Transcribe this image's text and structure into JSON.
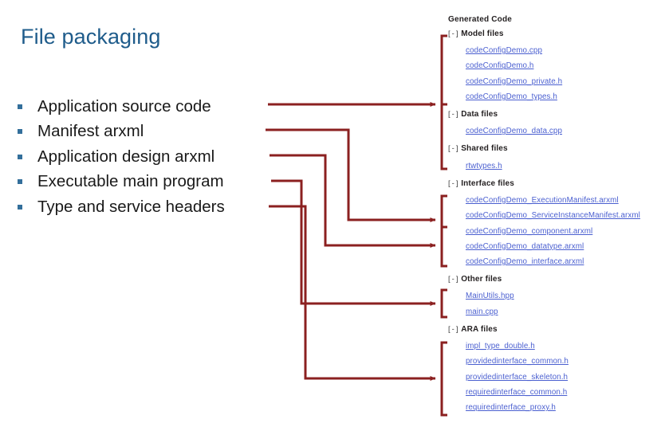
{
  "slide": {
    "title": "File packaging",
    "accent_color": "#1f5c8b",
    "bullet_color": "#336f9b",
    "connector_color": "#8b2020",
    "link_color": "#4a5fd0"
  },
  "bullets": [
    {
      "label": "Application source code"
    },
    {
      "label": "Manifest arxml"
    },
    {
      "label": "Application design arxml"
    },
    {
      "label": "Executable main program"
    },
    {
      "label": "Type and service headers"
    }
  ],
  "tree": {
    "root_label": "Generated Code",
    "toggle_glyph": "[ - ]",
    "groups": [
      {
        "name": "Model files",
        "files": [
          "codeConfigDemo.cpp",
          "codeConfigDemo.h",
          "codeConfigDemo_private.h",
          "codeConfigDemo_types.h"
        ]
      },
      {
        "name": "Data files",
        "files": [
          "codeConfigDemo_data.cpp"
        ]
      },
      {
        "name": "Shared files",
        "files": [
          "rtwtypes.h"
        ]
      },
      {
        "name": "Interface files",
        "files": [
          "codeConfigDemo_ExecutionManifest.arxml",
          "codeConfigDemo_ServiceInstanceManifest.arxml",
          "codeConfigDemo_component.arxml",
          "codeConfigDemo_datatype.arxml",
          "codeConfigDemo_interface.arxml"
        ]
      },
      {
        "name": "Other files",
        "files": [
          "MainUtils.hpp",
          "main.cpp"
        ]
      },
      {
        "name": "ARA files",
        "files": [
          "impl_type_double.h",
          "providedinterface_common.h",
          "providedinterface_skeleton.h",
          "requiredinterface_common.h",
          "requiredinterface_proxy.h"
        ]
      }
    ]
  }
}
